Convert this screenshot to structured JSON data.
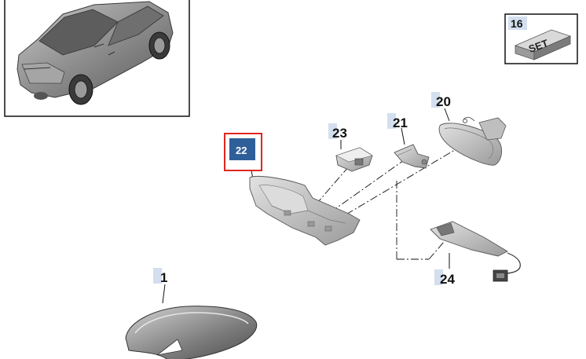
{
  "diagram": {
    "selected_part": "22",
    "highlight_color": "#e0261f",
    "callout_bg_color": "#d3dfee",
    "selected_callout_color": "#2f5f99",
    "parts": [
      {
        "id": "p1",
        "label": "1"
      },
      {
        "id": "p16",
        "label": "16"
      },
      {
        "id": "p20",
        "label": "20"
      },
      {
        "id": "p21",
        "label": "21"
      },
      {
        "id": "p22",
        "label": "22"
      },
      {
        "id": "p23",
        "label": "23"
      },
      {
        "id": "p24",
        "label": "24"
      }
    ],
    "set_box": {
      "label": "SET"
    }
  }
}
